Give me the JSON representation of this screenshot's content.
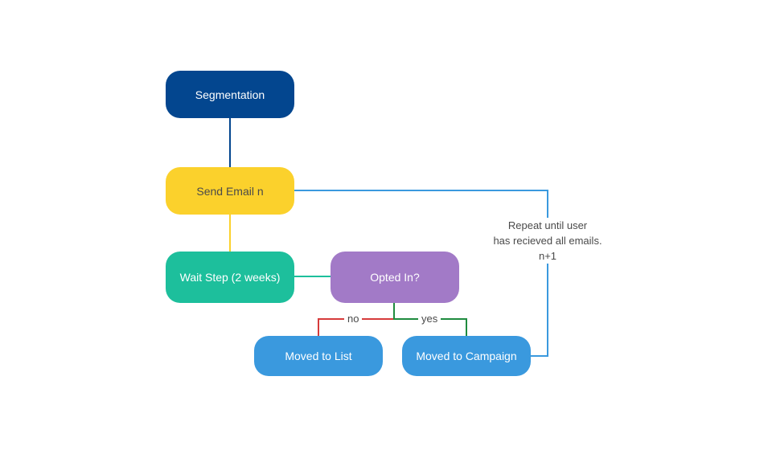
{
  "nodes": {
    "segmentation": {
      "label": "Segmentation",
      "color": "#03468f"
    },
    "send_email": {
      "label": "Send Email n",
      "color": "#fbd12c"
    },
    "wait_step": {
      "label": "Wait Step (2 weeks)",
      "color": "#1dbf9c"
    },
    "opted_in": {
      "label": "Opted In?",
      "color": "#a27ac7"
    },
    "moved_list": {
      "label": "Moved to List",
      "color": "#3a99de"
    },
    "moved_campaign": {
      "label": "Moved to Campaign",
      "color": "#3a99de"
    }
  },
  "edges": {
    "no_label": "no",
    "yes_label": "yes",
    "no_color": "#d63b3b",
    "yes_color": "#1f8b3f"
  },
  "loop_note": {
    "line1": "Repeat until user",
    "line2": "has recieved all emails.",
    "line3": "n+1"
  }
}
